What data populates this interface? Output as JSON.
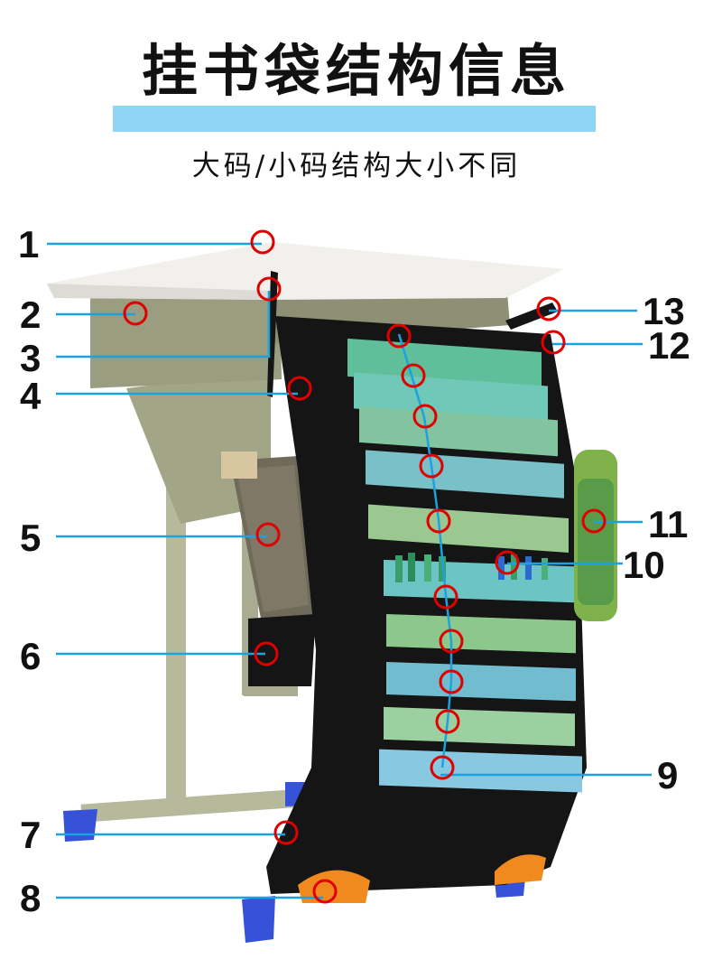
{
  "header": {
    "title": "挂书袋结构信息",
    "subtitle": "大码/小码结构大小不同"
  },
  "colors": {
    "accent_bar": "#8fd6f4",
    "leader_line": "#1aa3e0",
    "marker_ring": "#e00000",
    "bag": "#151515",
    "desk_metal": "#a9ac90",
    "foot_cap": "#3552d8",
    "corner_patch": "#f08a1e"
  },
  "callouts": [
    {
      "label": "1",
      "part": "desk-edge-hook"
    },
    {
      "label": "2",
      "part": "desk-mount-strap"
    },
    {
      "label": "3",
      "part": "drawstring-cord"
    },
    {
      "label": "4",
      "part": "side-hook"
    },
    {
      "label": "5",
      "part": "mesh-side-pocket"
    },
    {
      "label": "6",
      "part": "lower-side-pocket"
    },
    {
      "label": "7",
      "part": "bag-bottom"
    },
    {
      "label": "8",
      "part": "reinforced-corner"
    },
    {
      "label": "9",
      "part": "book-compartments"
    },
    {
      "label": "10",
      "part": "pen-slots"
    },
    {
      "label": "11",
      "part": "bottle-holder"
    },
    {
      "label": "12",
      "part": "strap-buckle"
    },
    {
      "label": "13",
      "part": "top-hanging-strap"
    }
  ]
}
